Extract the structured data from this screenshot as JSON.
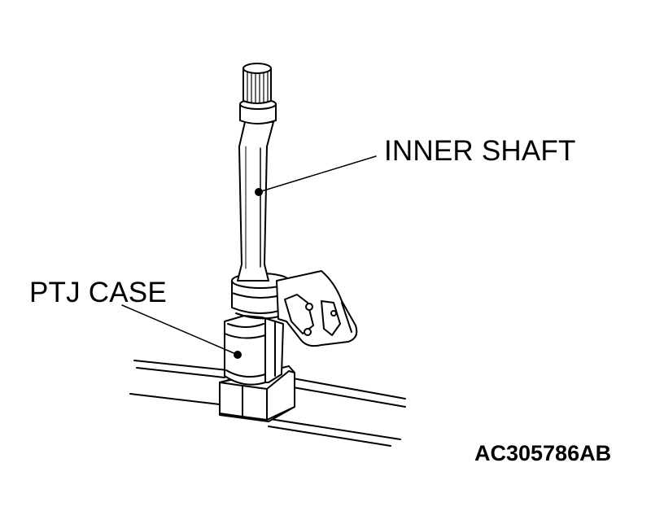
{
  "labels": {
    "inner_shaft": "INNER SHAFT",
    "ptj_case": "PTJ CASE"
  },
  "figure_code": "AC305786AB",
  "colors": {
    "line": "#000000",
    "background": "#ffffff"
  }
}
